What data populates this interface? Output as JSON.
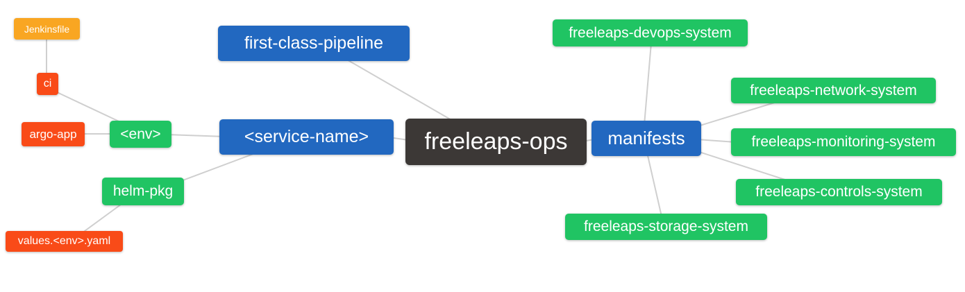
{
  "diagram": {
    "type": "mindmap",
    "root_label": "freeleaps-ops"
  },
  "palette": {
    "root_bg": "#3c3836",
    "branch_blue": "#2268c0",
    "leaf_green": "#20c463",
    "leaf_red": "#f94b18",
    "leaf_orange": "#f9a622",
    "edge_gray": "#cfcfcf",
    "text": "#ffffff",
    "canvas": "#ffffff"
  },
  "nodes": {
    "root": {
      "label": "freeleaps-ops"
    },
    "first_class_pipeline": {
      "label": "first-class-pipeline"
    },
    "service_name": {
      "label": "<service-name>"
    },
    "manifests": {
      "label": "manifests"
    },
    "env": {
      "label": "<env>"
    },
    "helm_pkg": {
      "label": "helm-pkg"
    },
    "ci": {
      "label": "ci"
    },
    "argo_app": {
      "label": "argo-app"
    },
    "jenkinsfile": {
      "label": "Jenkinsfile"
    },
    "values_env_yaml": {
      "label": "values.<env>.yaml"
    },
    "devops_system": {
      "label": "freeleaps-devops-system"
    },
    "network_system": {
      "label": "freeleaps-network-system"
    },
    "monitoring_system": {
      "label": "freeleaps-monitoring-system"
    },
    "controls_system": {
      "label": "freeleaps-controls-system"
    },
    "storage_system": {
      "label": "freeleaps-storage-system"
    }
  },
  "edges": [
    {
      "from": "jenkinsfile",
      "to": "ci"
    },
    {
      "from": "ci",
      "to": "env"
    },
    {
      "from": "argo_app",
      "to": "env"
    },
    {
      "from": "env",
      "to": "service_name"
    },
    {
      "from": "values_env_yaml",
      "to": "helm_pkg"
    },
    {
      "from": "helm_pkg",
      "to": "service_name"
    },
    {
      "from": "service_name",
      "to": "root"
    },
    {
      "from": "first_class_pipeline",
      "to": "root"
    },
    {
      "from": "root",
      "to": "manifests"
    },
    {
      "from": "manifests",
      "to": "devops_system"
    },
    {
      "from": "manifests",
      "to": "network_system"
    },
    {
      "from": "manifests",
      "to": "monitoring_system"
    },
    {
      "from": "manifests",
      "to": "controls_system"
    },
    {
      "from": "manifests",
      "to": "storage_system"
    }
  ]
}
